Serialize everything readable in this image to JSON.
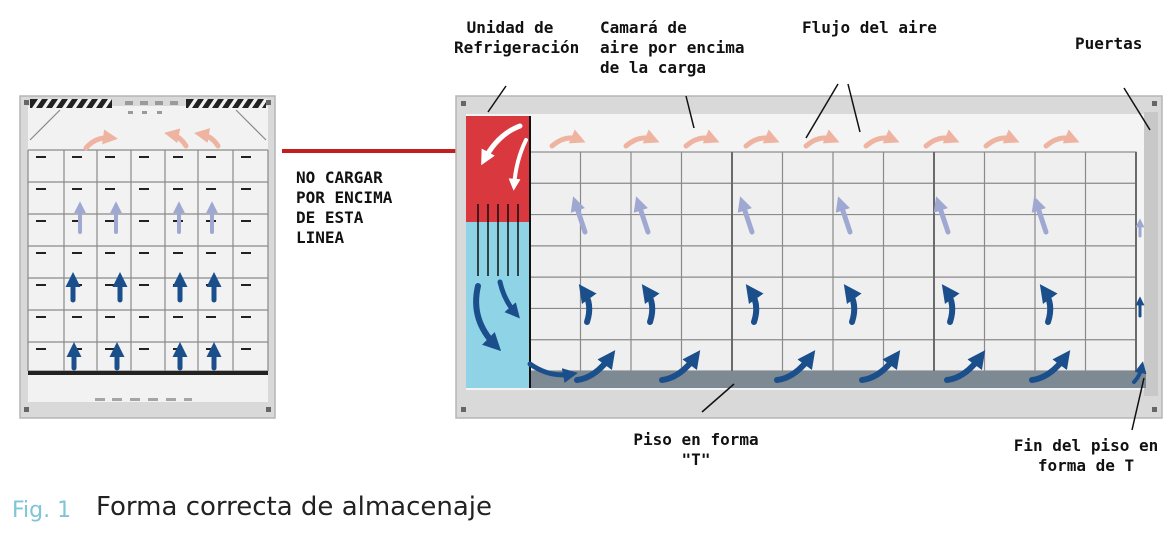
{
  "labels": {
    "unidad": "Unidad de\nRefrigeración",
    "camara": "Camará de\naire por encima\nde la carga",
    "flujo": "Flujo del aire",
    "puertas": "Puertas",
    "nocargar": "NO CARGAR\nPOR ENCIMA\nDE ESTA\nLINEA",
    "piso": "Piso en forma\n\"T\"",
    "fin": "Fin del piso en\nforma de T"
  },
  "caption": {
    "fig": "Fig. 1",
    "text": "Forma correcta de almacenaje"
  },
  "colors": {
    "refrigeration_red": "#d9393e",
    "refrigeration_blue": "#8fd3e6",
    "container_frame": "#d3d3d3",
    "cargo_fill": "#efefef",
    "grid_line": "#8a8a8a",
    "floor": "#7d8a93",
    "arrow_dark": "#1b4f8c",
    "arrow_mid": "#9fa8d0",
    "arrow_warm": "#efb3a1",
    "warning_line": "#c41e1e",
    "caption_fig": "#7fc4d8"
  }
}
